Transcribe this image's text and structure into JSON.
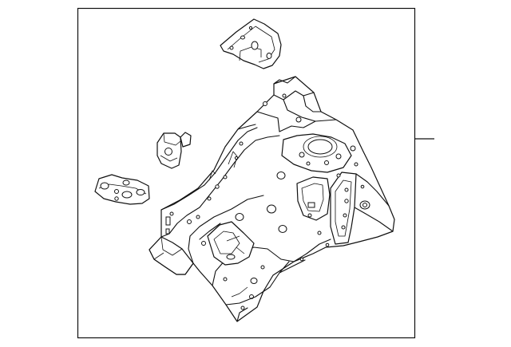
{
  "diagram": {
    "line_color": "#111111",
    "background": "#ffffff",
    "parts": [
      {
        "id": "main-apron-assembly",
        "icon": "apron-panel"
      },
      {
        "id": "upper-bracket",
        "icon": "bracket"
      },
      {
        "id": "small-mount-bracket",
        "icon": "mount"
      },
      {
        "id": "lower-plate-bracket",
        "icon": "plate"
      }
    ]
  }
}
